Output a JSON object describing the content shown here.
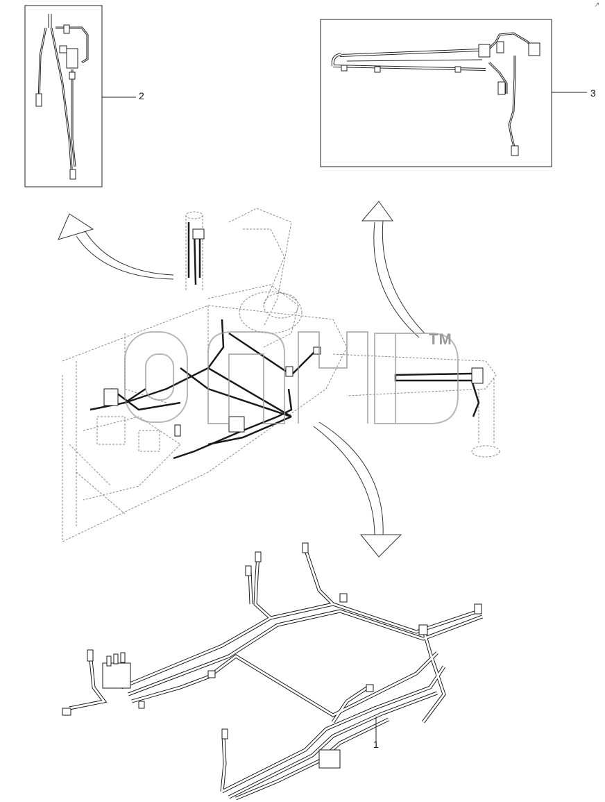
{
  "callouts": {
    "item_1": "1",
    "item_2": "2",
    "item_3": "3"
  },
  "watermark": {
    "text": "cnh",
    "trademark": "TM"
  },
  "corner_mark": "↗",
  "colors": {
    "line": "#1a1a1a",
    "ghost": "#8a8a8a",
    "watermark": "#9a9a9a"
  }
}
